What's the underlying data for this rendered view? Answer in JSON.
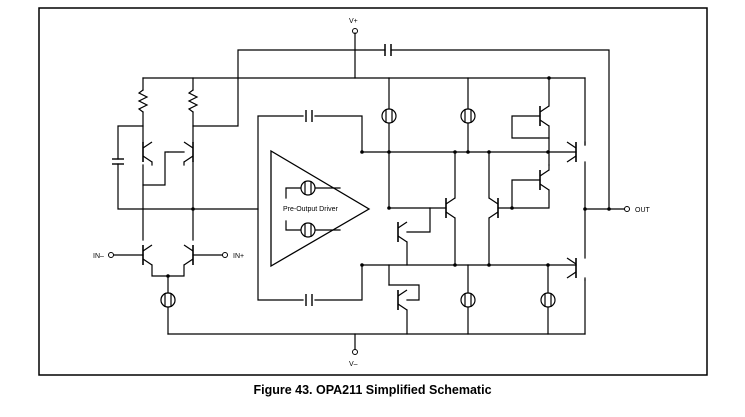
{
  "diagram": {
    "labels": {
      "vplus": "V+",
      "vminus": "V–",
      "out": "OUT",
      "in_minus": "IN–",
      "in_plus": "IN+",
      "pre_output_driver": "Pre-Output Driver"
    }
  },
  "caption": "Figure 43.  OPA211 Simplified Schematic"
}
